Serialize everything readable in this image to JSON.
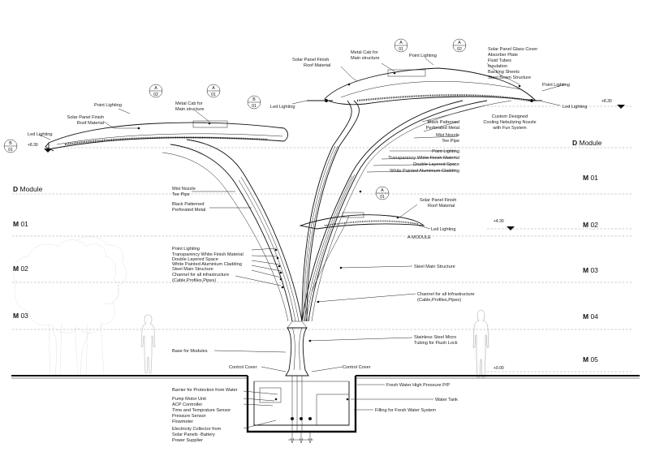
{
  "annotations": {
    "solar_panel_left": "Solar Panel Finish",
    "roof_material_left": "Roof Material",
    "metal_cab_left_1": "Metal Cab  for",
    "metal_cab_left_2": "Main structure",
    "point_lighting_left": "Point  Lighting",
    "led_lighting_left": "Led Lighting",
    "solar_panel_top": "Solar Panel Finish",
    "roof_material_top": "Roof Material",
    "metal_cab_top_1": "Metal Cab  for",
    "metal_cab_top_2": "Main structure",
    "point_lighting_top": "Point  Lighting",
    "led_lighting_top": "Led Lighting",
    "solar_glass": "Solar Panel Glass Cover",
    "absorber": "Absorber Plate",
    "fluid_tubes": "Fluid Tubes",
    "insulation": "Insulation",
    "backing_sheets": "Backing Sheets",
    "steel_beam": "Steel Beam Structure",
    "point_lighting_right": "Point  Lighting",
    "led_lighting_right": "Led Lighting",
    "custom_designed": "Custom Designed",
    "cooling_nozzle": "Cooling Nebulizing Nozzle",
    "fun_system": "with Fun System",
    "black_perforated_r1": "Black Patterned",
    "black_perforated_r2": "Perforated Metal",
    "mist_nozzle_r1": "Mist Nozzle",
    "mist_nozzle_r2": "Tee Pipe",
    "point_lighting_r2": "Point Lighting",
    "transparency_r": "Transparency White Finish Material",
    "double_layered_r": "Double Layered Space",
    "white_painted_r": "White Painted Aluminium Cladding",
    "mist_nozzle_l1": "Mist Nozzle",
    "mist_nozzle_l2": "Tee Pipe",
    "black_perforated_l1": "Black Patterned",
    "black_perforated_l2": "Perforated Metal",
    "solar_panel_small": "Solar Panel Finish",
    "roof_material_small": "Roof Material",
    "led_lighting_small": "Led Lighting",
    "a_module": "A MODULE",
    "point_lighting_mid": "Point Lighting",
    "transparency_mid": "Transparency White Finish Material",
    "double_layered_mid": "Double Layered Space",
    "white_painted_mid": "White Painted Aluminium Cladding",
    "steel_main_mid": "Steel Main Structure",
    "channel_mid_1": "Channel for all infrastructure",
    "channel_mid_2": "(Cable,Profiles,Pipes)",
    "steel_main_right": "Steel Main Structure",
    "channel_right_1": "Channel for all Infrastructure",
    "channel_right_2": "(Cable,Profiles,Pipes)",
    "stainless_1": "Stainless Steel Micro",
    "stainless_2": "Tubing for Flush Lock",
    "base_modules": "Base for Modules",
    "control_cover_l": "Control Cover",
    "control_cover_r": "Control Cover",
    "barrier": "Barrier for Protection from Water",
    "pump_motor": "Pump Motor Unit",
    "acp_controller": "ACP Controller",
    "time_temp": "Time and Temprature Sensor",
    "pressure_sensor": "Pressure Sensor",
    "flowmeter": "Flowmeter",
    "electricity_1": "Electricity Collector from",
    "electricity_2": "Solar Panels -Battery",
    "power_supplier": "Power Supplier",
    "fresh_water": "Fresh Water High Pressure  P/P",
    "water_tank": "Water Tank",
    "filling": "Filling for Fresh Water System"
  },
  "levels": {
    "d_module_right_b": "D",
    "d_module_right_t": " Module",
    "d_module_left_b": "D",
    "d_module_left_t": " Module",
    "m01_right_b": "M",
    "m01_right_t": " 01",
    "m02_right_b": "M",
    "m02_right_t": " 02",
    "m03_right_b": "M",
    "m03_right_t": " 03",
    "m04_right_b": "M",
    "m04_right_t": " 04",
    "m05_right_b": "M",
    "m05_right_t": " 05",
    "m01_left_b": "M",
    "m01_left_t": " 01",
    "m02_left_b": "M",
    "m02_left_t": " 02",
    "m03_left_b": "M",
    "m03_left_t": " 03"
  },
  "elevations": {
    "top_right": "+8.30",
    "left": "+8.30",
    "mid": "+4.30",
    "ground": "+0.00"
  },
  "section_tags": [
    {
      "letter": "B",
      "num": "01"
    },
    {
      "letter": "A",
      "num": "02"
    },
    {
      "letter": "A",
      "num": "01"
    },
    {
      "letter": "B",
      "num": "01"
    },
    {
      "letter": "A",
      "num": "01"
    },
    {
      "letter": "A",
      "num": "02"
    },
    {
      "letter": "A",
      "num": "01"
    }
  ],
  "colors": {
    "ink": "#111111",
    "guide": "#9a9a9a",
    "entourage": "#c2c2c2",
    "background": "#ffffff"
  }
}
